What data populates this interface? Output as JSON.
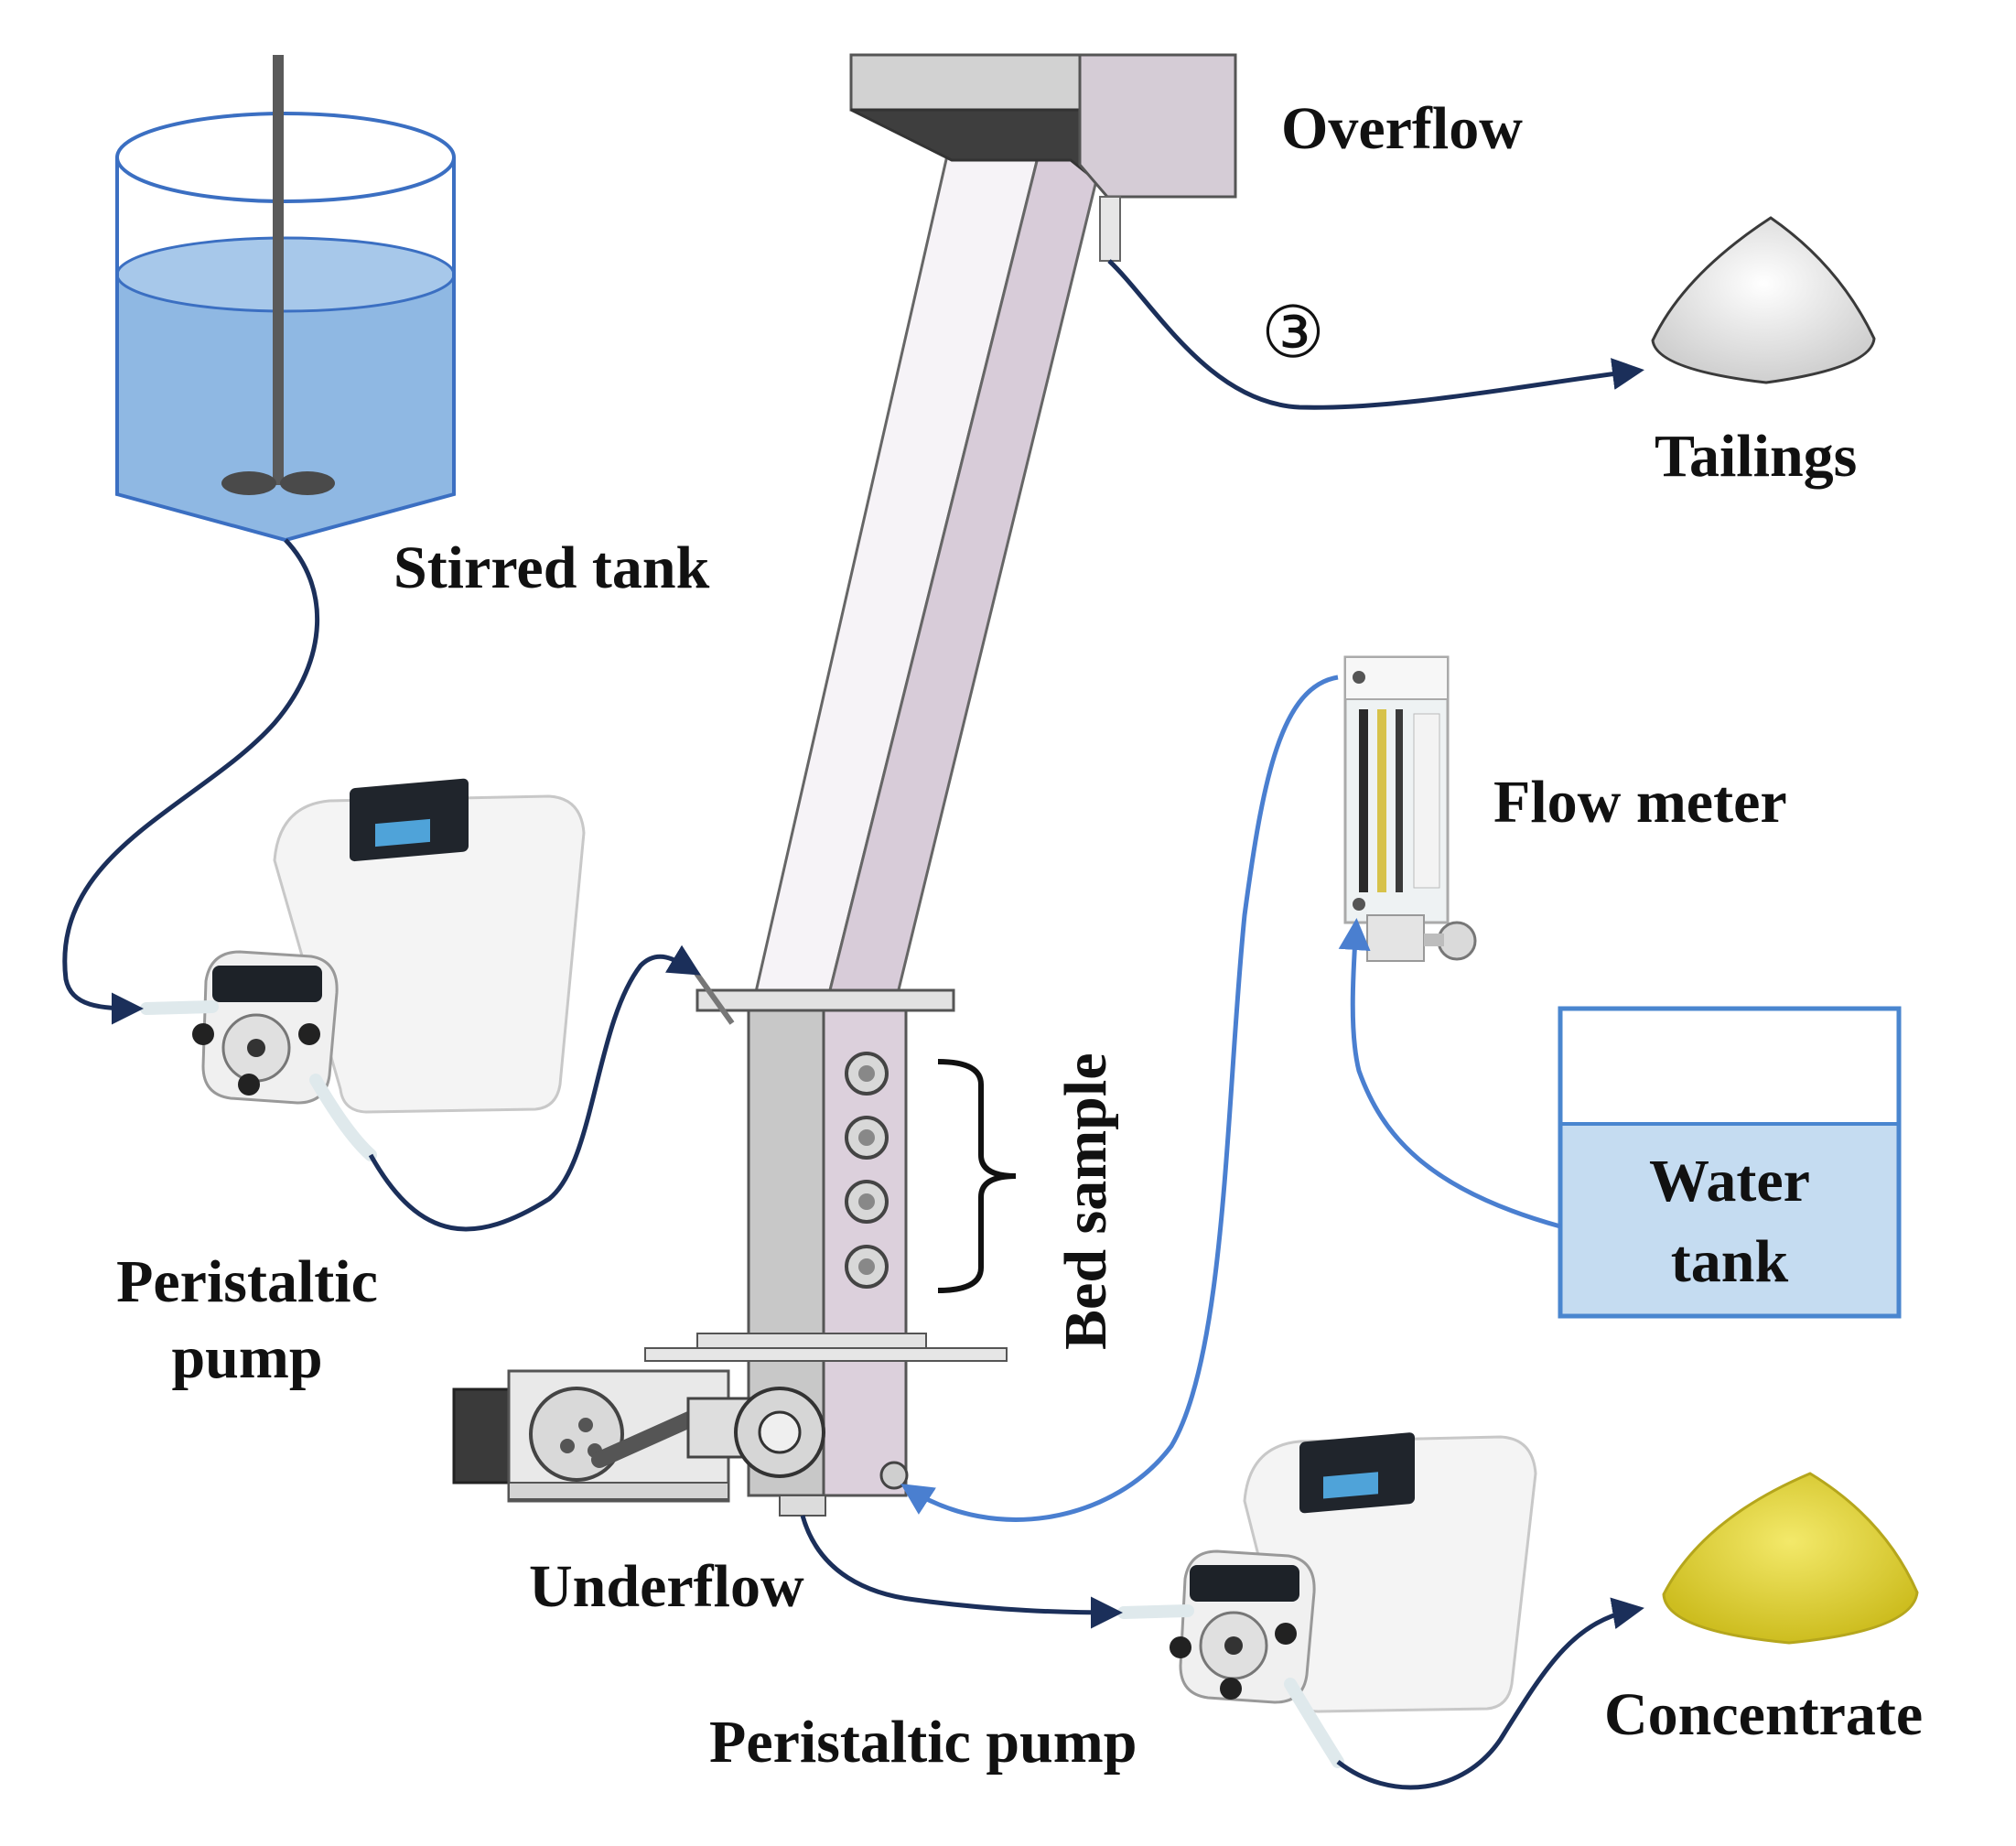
{
  "labels": {
    "overflow": "Overflow",
    "tailings": "Tailings",
    "stirred_tank": "Stirred tank",
    "flow_meter": "Flow meter",
    "bed_sample": "Bed sample",
    "water_tank_line1": "Water",
    "water_tank_line2": "tank",
    "peristaltic_pump_left_line1": "Peristaltic",
    "peristaltic_pump_left_line2": "pump",
    "underflow": "Underflow",
    "peristaltic_pump_bottom": "Peristaltic pump",
    "concentrate": "Concentrate",
    "stream_marker": "③"
  },
  "colors": {
    "slurry_pipe": "#1b2f5a",
    "water_pipe": "#4a7fd0",
    "tank_water": "#8fb8e3",
    "tank_outline": "#3b6fc2",
    "water_tank_fill": "#c5dcf1",
    "column_face": "#f3eff5",
    "column_side": "#d8ccd9",
    "concentrate": "#e4d840",
    "tailings": "#efefef"
  }
}
